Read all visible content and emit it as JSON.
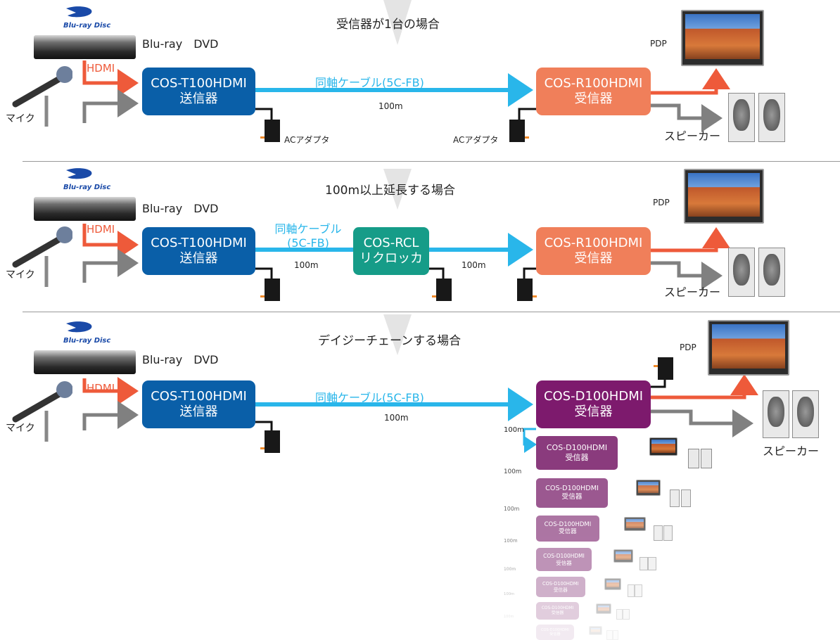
{
  "sections": [
    {
      "title": "受信器が1台の場合",
      "player_label": "Blu-ray　DVD",
      "hdmi_label": "HDMI",
      "mic_label": "マイク",
      "sender": {
        "line1": "COS-T100HDMI",
        "line2": "送信器"
      },
      "cable_label": "同軸ケーブル(5C-FB)",
      "distance": "100m",
      "receiver": {
        "line1": "COS-R100HDMI",
        "line2": "受信器"
      },
      "adapter_left": "ACアダプタ",
      "adapter_right": "ACアダプタ",
      "pdp_label": "PDP",
      "speaker_label": "スピーカー"
    },
    {
      "title": "100m以上延長する場合",
      "player_label": "Blu-ray　DVD",
      "hdmi_label": "HDMI",
      "mic_label": "マイク",
      "sender": {
        "line1": "COS-T100HDMI",
        "line2": "送信器"
      },
      "cable_line1": "同軸ケーブル",
      "cable_line2": "(5C-FB)",
      "distance_1": "100m",
      "clocker": {
        "line1": "COS-RCL",
        "line2": "リクロッカ"
      },
      "distance_2": "100m",
      "receiver": {
        "line1": "COS-R100HDMI",
        "line2": "受信器"
      },
      "pdp_label": "PDP",
      "speaker_label": "スピーカー"
    },
    {
      "title": "デイジーチェーンする場合",
      "player_label": "Blu-ray　DVD",
      "hdmi_label": "HDMI",
      "mic_label": "マイク",
      "sender": {
        "line1": "COS-T100HDMI",
        "line2": "送信器"
      },
      "cable_label": "同軸ケーブル(5C-FB)",
      "distance": "100m",
      "receiver": {
        "line1": "COS-D100HDMI",
        "line2": "受信器"
      },
      "pdp_label": "PDP",
      "speaker_label": "スピーカー",
      "chain": [
        {
          "line1": "COS-D100HDMI",
          "line2": "受信器",
          "distance": "100m"
        },
        {
          "line1": "COS-D100HDMI",
          "line2": "受信器",
          "distance": "100m"
        },
        {
          "line1": "COS-D100HDMI",
          "line2": "受信器",
          "distance": "100m"
        },
        {
          "line1": "COS-D100HDMI",
          "line2": "受信器",
          "distance": "100m"
        },
        {
          "line1": "COS-D100HDMI",
          "line2": "受信器",
          "distance": "100m"
        },
        {
          "line1": "COS-D100HDMI",
          "line2": "受信器",
          "distance": "100m"
        },
        {
          "line1": "COS-D100HDMI",
          "line2": "受信器",
          "distance": "100m"
        }
      ]
    }
  ],
  "logo": {
    "text": "Blu-ray Disc"
  },
  "colors": {
    "sender": "#0a5fa8",
    "receiver": "#f07f5a",
    "clocker": "#169c88",
    "daisy_receiver": "#7d1a6d",
    "coax": "#29b6ea",
    "hdmi": "#ee5a3a",
    "audio": "#808080",
    "divider": "#999999"
  }
}
